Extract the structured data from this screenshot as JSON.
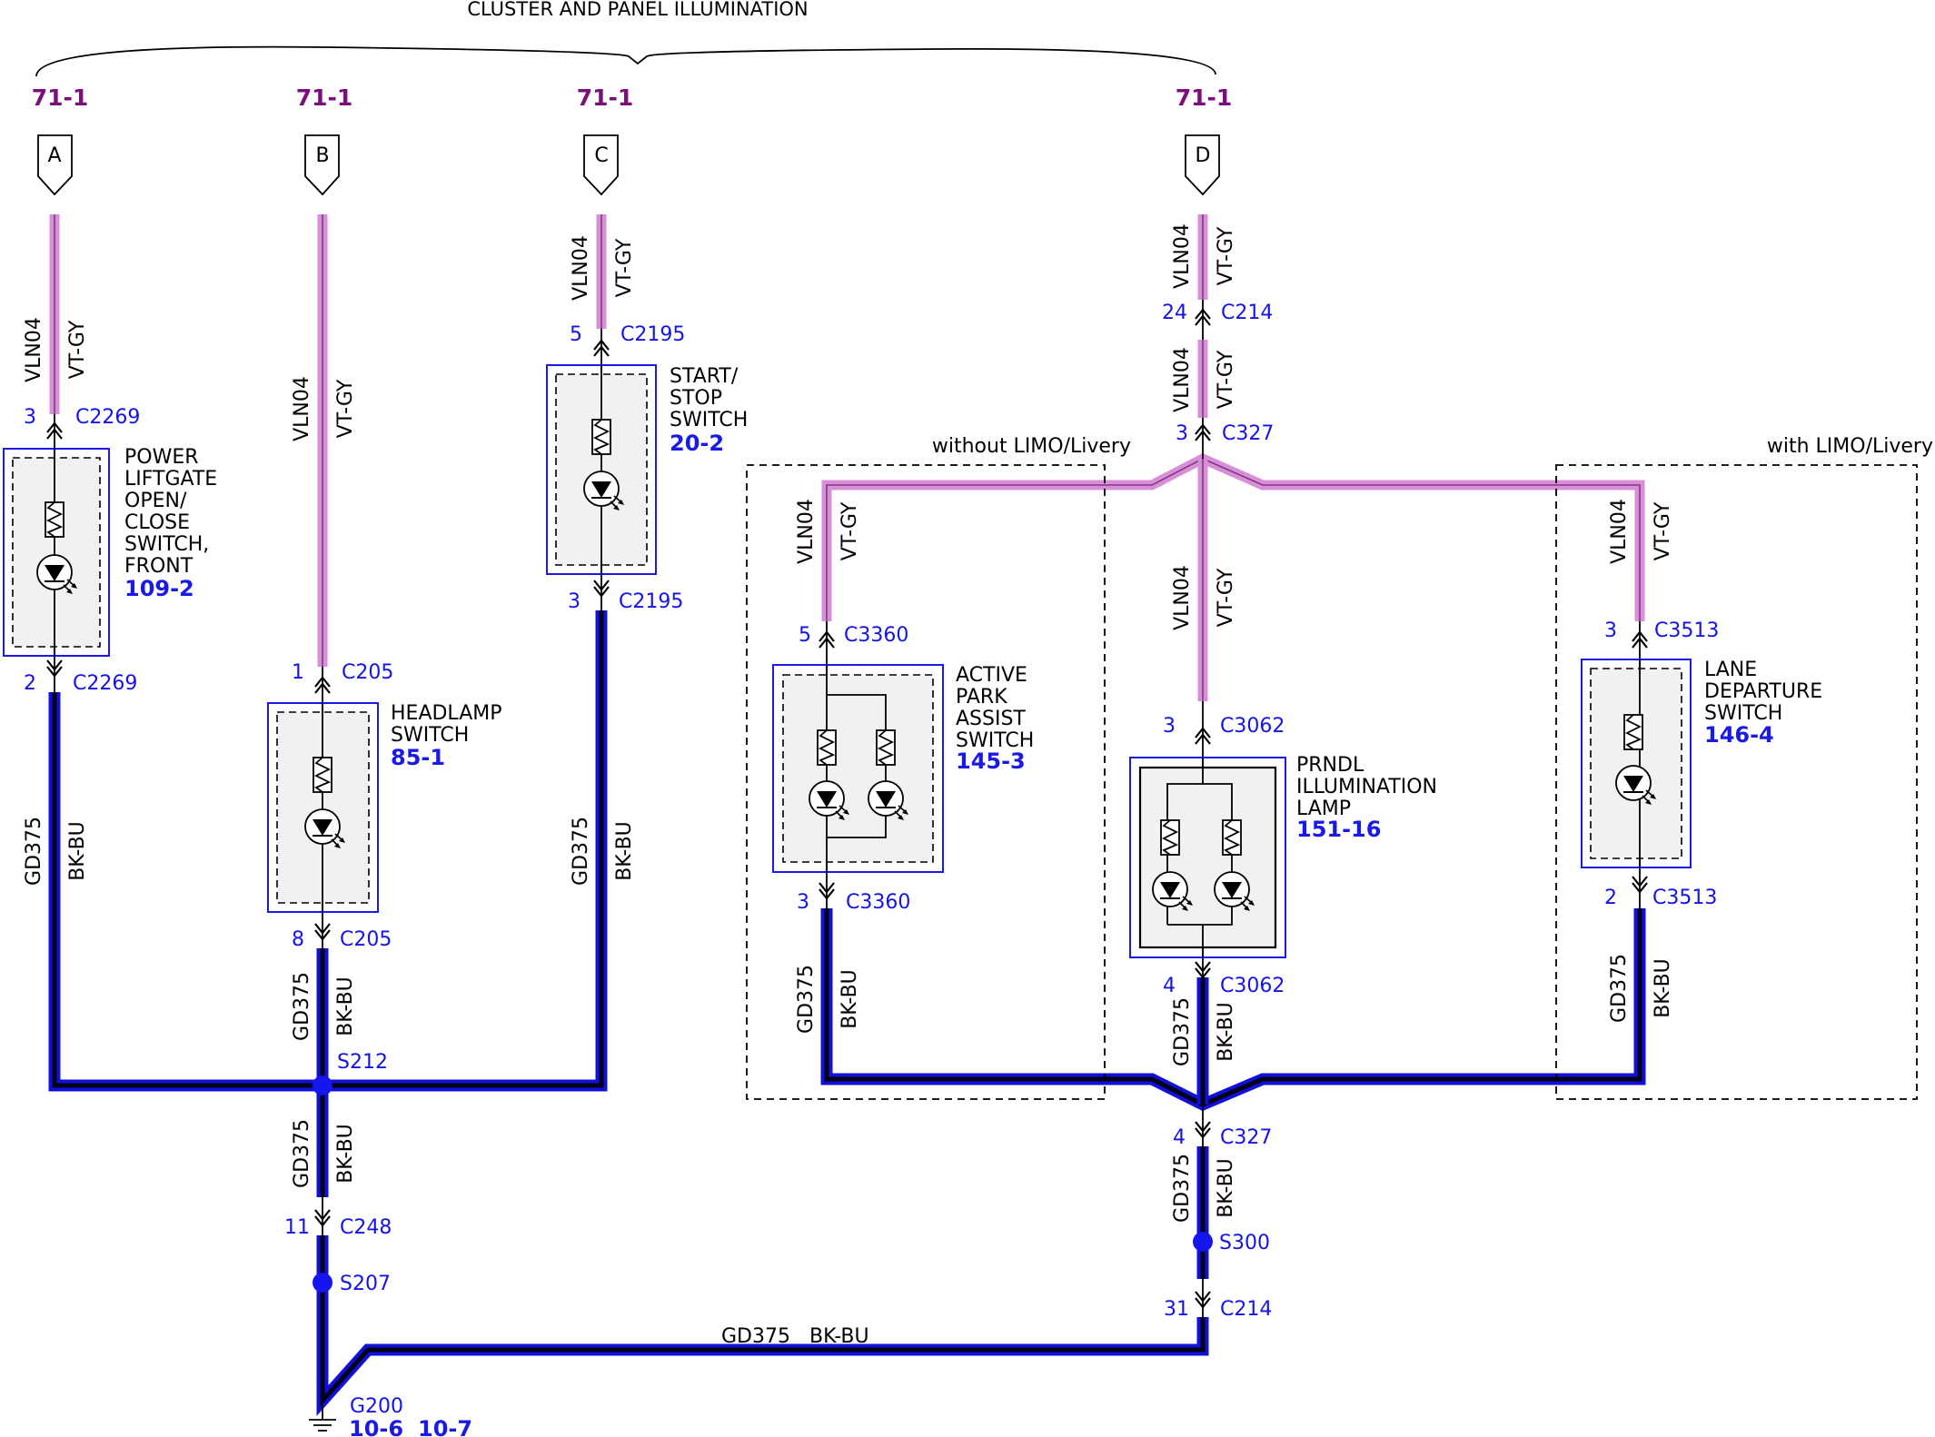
{
  "header": {
    "title": "CLUSTER AND PANEL ILLUMINATION"
  },
  "page_refs": {
    "a": "71-1",
    "b": "71-1",
    "c": "71-1",
    "d": "71-1"
  },
  "connector_letters": {
    "a": "A",
    "b": "B",
    "c": "C",
    "d": "D"
  },
  "wire_violet": {
    "circuit": "VLN04",
    "color": "VT-GY"
  },
  "wire_ground": {
    "circuit": "GD375",
    "color": "BK-BU"
  },
  "options": {
    "without": "without LIMO/Livery",
    "with": "with LIMO/Livery"
  },
  "components": {
    "power_liftgate": {
      "lines": [
        "POWER",
        "LIFTGATE",
        "OPEN/",
        "CLOSE",
        "SWITCH,",
        "FRONT"
      ],
      "ref": "109-2"
    },
    "headlamp": {
      "lines": [
        "HEADLAMP",
        "SWITCH"
      ],
      "ref": "85-1"
    },
    "start_stop": {
      "lines": [
        "START/",
        "STOP",
        "SWITCH"
      ],
      "ref": "20-2"
    },
    "park_assist": {
      "lines": [
        "ACTIVE",
        "PARK",
        "ASSIST",
        "SWITCH"
      ],
      "ref": "145-3"
    },
    "prndl": {
      "lines": [
        "PRNDL",
        "ILLUMINATION",
        "LAMP"
      ],
      "ref": "151-16"
    },
    "lane_departure": {
      "lines": [
        "LANE",
        "DEPARTURE",
        "SWITCH"
      ],
      "ref": "146-4"
    }
  },
  "connectors": {
    "a_top": {
      "pin": "3",
      "name": "C2269"
    },
    "a_bot": {
      "pin": "2",
      "name": "C2269"
    },
    "b_top": {
      "pin": "1",
      "name": "C205"
    },
    "b_bot": {
      "pin": "8",
      "name": "C205"
    },
    "b_c248": {
      "pin": "11",
      "name": "C248"
    },
    "c_top": {
      "pin": "5",
      "name": "C2195"
    },
    "c_bot": {
      "pin": "3",
      "name": "C2195"
    },
    "d_c214": {
      "pin": "24",
      "name": "C214"
    },
    "d_c327": {
      "pin": "3",
      "name": "C327"
    },
    "pa_top": {
      "pin": "5",
      "name": "C3360"
    },
    "pa_bot": {
      "pin": "3",
      "name": "C3360"
    },
    "pr_top": {
      "pin": "3",
      "name": "C3062"
    },
    "pr_bot": {
      "pin": "4",
      "name": "C3062"
    },
    "ld_top": {
      "pin": "3",
      "name": "C3513"
    },
    "ld_bot": {
      "pin": "2",
      "name": "C3513"
    },
    "d_c327_gnd": {
      "pin": "4",
      "name": "C327"
    },
    "d_c214_gnd": {
      "pin": "31",
      "name": "C214"
    }
  },
  "splices": {
    "s212": "S212",
    "s207": "S207",
    "s300": "S300"
  },
  "ground": {
    "name": "G200",
    "ref1": "10-6",
    "ref2": "10-7"
  },
  "colors": {
    "violet_wire": "#d88ed8",
    "ground_wire": "#1010d8",
    "label_blue": "#1414e6",
    "page_ref": "#7a0f7a"
  }
}
